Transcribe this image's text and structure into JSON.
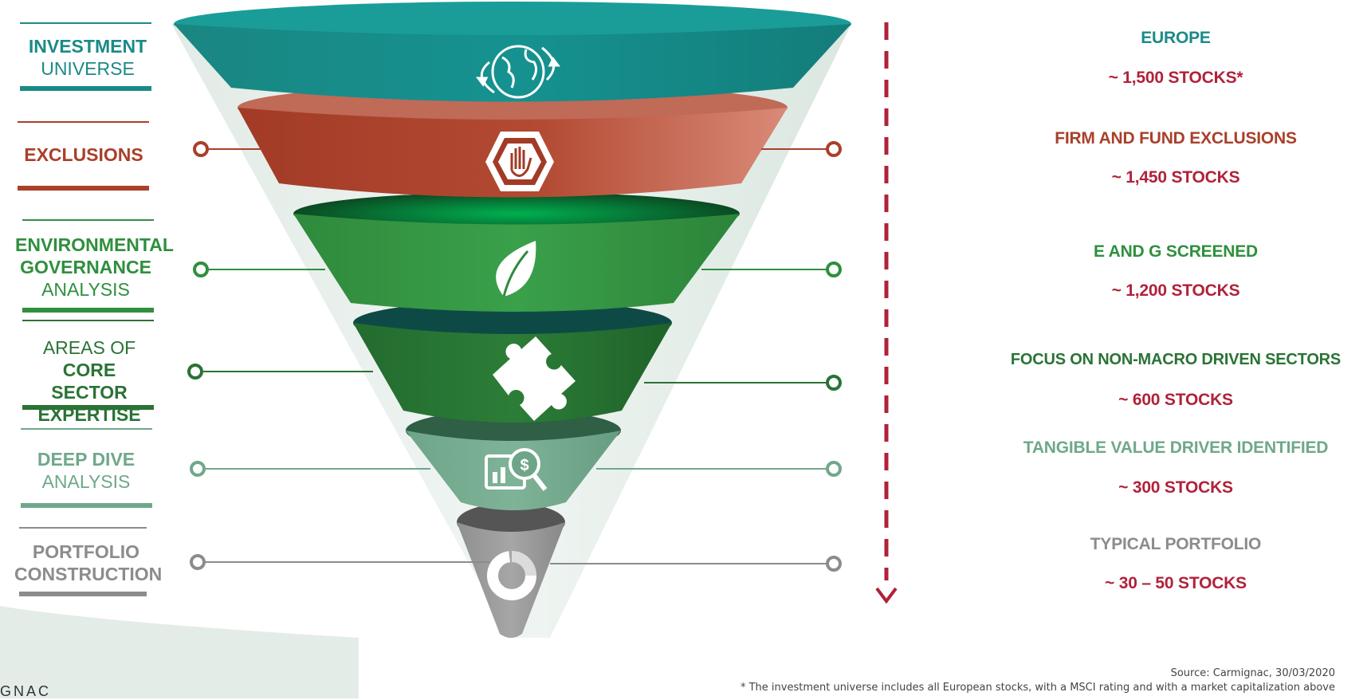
{
  "left_labels": [
    {
      "bold": "INVESTMENT",
      "normal": "UNIVERSE",
      "color": "#1b8a87"
    },
    {
      "bold": "EXCLUSIONS",
      "normal": "",
      "color": "#a9402a"
    },
    {
      "bold": "ENVIRONMENTAL GOVERNANCE",
      "normal": "ANALYSIS",
      "color": "#2f8f3e"
    },
    {
      "pre": "AREAS OF",
      "bold": "CORE SECTOR EXPERTISE",
      "color": "#2a7335"
    },
    {
      "bold": "DEEP DIVE",
      "normal": "ANALYSIS",
      "color": "#6fa88a"
    },
    {
      "bold": "PORTFOLIO CONSTRUCTION",
      "normal": "",
      "color": "#8c8c8c"
    }
  ],
  "right_labels": [
    {
      "title": "EUROPE",
      "count": "~ 1,500 STOCKS*",
      "title_color": "#1b8a87"
    },
    {
      "title": "FIRM AND FUND EXCLUSIONS",
      "count": "~ 1,450 STOCKS",
      "title_color": "#a9402a"
    },
    {
      "title": "E AND G SCREENED",
      "count": "~ 1,200 STOCKS",
      "title_color": "#2f8f3e"
    },
    {
      "title": "FOCUS ON NON-MACRO DRIVEN SECTORS",
      "count": "~ 600 STOCKS",
      "title_color": "#2a7335"
    },
    {
      "title": "TANGIBLE VALUE DRIVER IDENTIFIED",
      "count": "~ 300 STOCKS",
      "title_color": "#6fa88a"
    },
    {
      "title": "TYPICAL PORTFOLIO",
      "count": "~ 30 – 50 STOCKS",
      "title_color": "#8c8c8c"
    }
  ],
  "count_color": "#b0223a",
  "icons": [
    "globe-icon",
    "stop-hand-icon",
    "leaf-icon",
    "puzzle-piece-icon",
    "chart-magnifier-icon",
    "donut-chart-icon"
  ],
  "source": "Source: Carmignac, 30/03/2020",
  "footnote": "* The investment universe includes all European stocks, with a MSCI rating and with a market capitalization above",
  "logo_fragment": "GNAC"
}
